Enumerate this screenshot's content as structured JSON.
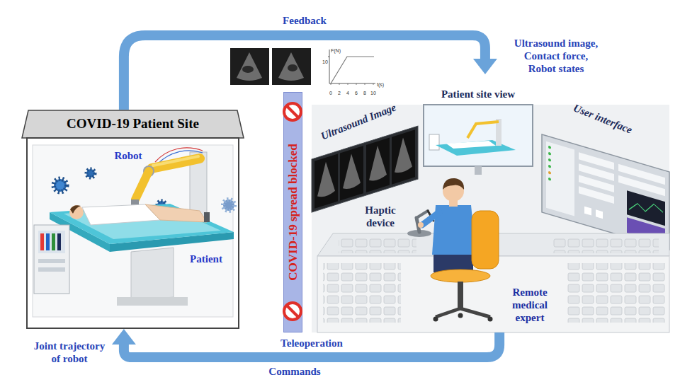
{
  "diagram": {
    "nodes": [
      {
        "text": [
          "COVID-19 Patient Site"
        ]
      },
      {
        "text": [
          "COVID-19 spread blocked"
        ]
      },
      {
        "text": [
          "Remote medical expert"
        ]
      }
    ],
    "edges": [
      {
        "from": 0,
        "to": 2,
        "arrow": "to",
        "label": "Feedback"
      },
      {
        "from": 2,
        "to": 0,
        "arrow": "to",
        "label": "Teleoperation"
      }
    ],
    "labels": [
      "Ultrasound image, Contact force, Robot states",
      "Robot",
      "Patient",
      "Ultrasound Image",
      "Patient site view",
      "User interface",
      "Haptic device",
      "Commands",
      "Joint trajectory of robot",
      "F(N)",
      "10",
      "t(s)",
      "0",
      "2",
      "4",
      "6",
      "8",
      "10"
    ]
  }
}
